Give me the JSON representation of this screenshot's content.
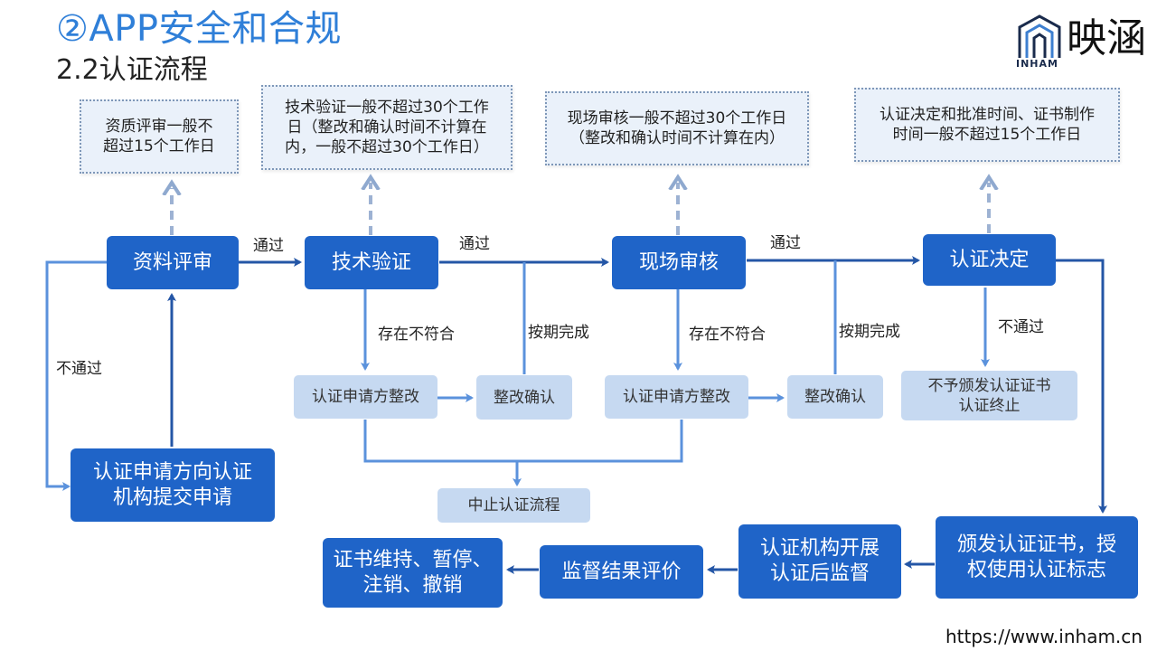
{
  "header": {
    "title": "②APP安全和合规",
    "subtitle": "2.2认证流程"
  },
  "logo": {
    "cn_text": "映涵",
    "en_text": "INHAM"
  },
  "notes": {
    "review_time": "资质评审一般不\n超过15个工作日",
    "tech_time": "技术验证一般不超过30个工作\n日（整改和确认时间不计算在\n内，一般不超过30个工作日）",
    "onsite_time": "现场审核一般不超过30个工作日\n（整改和确认时间不计算在内）",
    "decision_time": "认证决定和批准时间、证书制作\n时间一般不超过15个工作日"
  },
  "steps": {
    "doc_review": "资料评审",
    "tech_verify": "技术验证",
    "onsite_audit": "现场审核",
    "cert_decision": "认证决定",
    "apply": "认证申请方向认证\n机构提交申请",
    "issue_cert": "颁发认证证书，授\n权使用认证标志",
    "post_supervision": "认证机构开展\n认证后监督",
    "supervision_eval": "监督结果评价",
    "maintain": "证书维持、暂停、\n注销、撤销"
  },
  "sub_boxes": {
    "rectify_1": "认证申请方整改",
    "confirm_1": "整改确认",
    "rectify_2": "认证申请方整改",
    "confirm_2": "整改确认",
    "reject": "不予颁发认证证书\n认证终止",
    "terminate": "中止认证流程"
  },
  "labels": {
    "pass_1": "通过",
    "pass_2": "通过",
    "pass_3": "通过",
    "fail_left": "不通过",
    "fail_right": "不通过",
    "nonconform_1": "存在不符合",
    "nonconform_2": "存在不符合",
    "ontime_1": "按期完成",
    "ontime_2": "按期完成"
  },
  "footer": {
    "url": "https://www.inham.cn"
  },
  "colors": {
    "title": "#2f7fd8",
    "step_fill": "#1f64c8",
    "sub_fill": "#c6d9f1",
    "note_fill": "#eaf1fa",
    "line_dark": "#2456a6",
    "line_light": "#5b92dc"
  }
}
